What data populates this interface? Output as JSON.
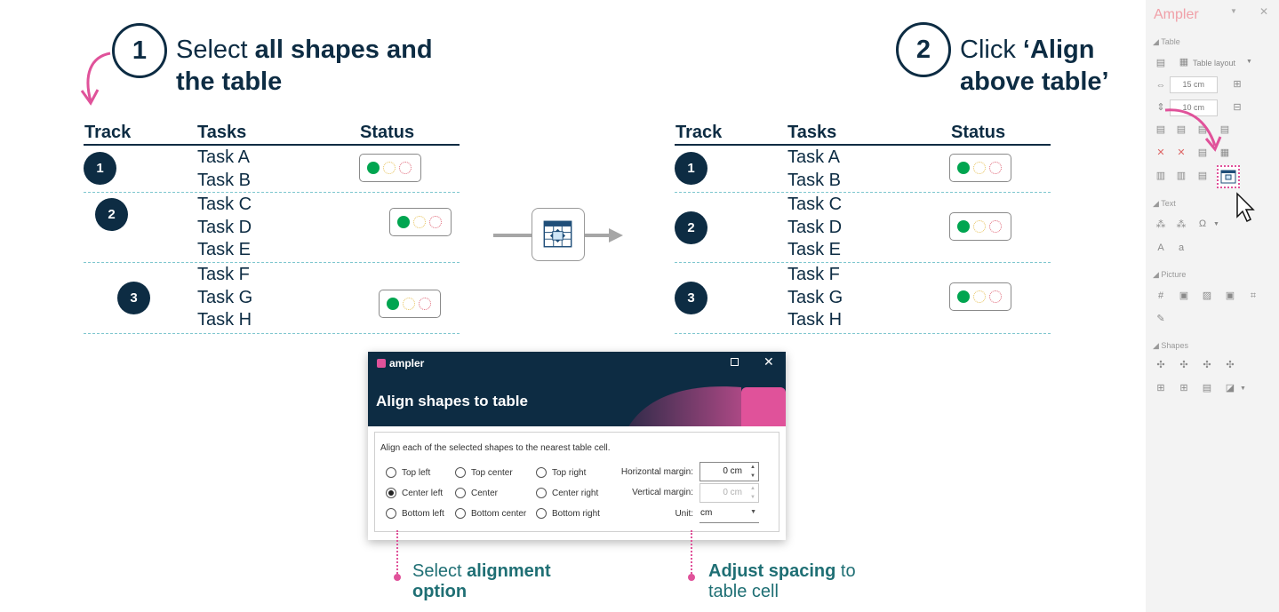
{
  "step1": {
    "number": "1",
    "text_plain_1": "Select ",
    "text_bold_1": "all shapes and",
    "text_bold_2": "the table"
  },
  "step2": {
    "number": "2",
    "text_plain_1": "Click ",
    "text_bold_1": "‘Align",
    "text_bold_2": "above table’"
  },
  "table": {
    "headers": [
      "Track",
      "Tasks",
      "Status"
    ],
    "tracks": [
      "1",
      "2",
      "3"
    ],
    "tasks": [
      "Task A",
      "Task B",
      "Task C",
      "Task D",
      "Task E",
      "Task F",
      "Task G",
      "Task H"
    ]
  },
  "dialog": {
    "brand": "ampler",
    "title": "Align shapes to table",
    "description": "Align each of the selected shapes to the nearest table cell.",
    "options": [
      "Top left",
      "Top center",
      "Top right",
      "Center left",
      "Center",
      "Center right",
      "Bottom left",
      "Bottom center",
      "Bottom right"
    ],
    "selected": "Center left",
    "horizontal_margin_label": "Horizontal margin:",
    "horizontal_margin_value": "0 cm",
    "vertical_margin_label": "Vertical margin:",
    "vertical_margin_value": "0 cm",
    "unit_label": "Unit:",
    "unit_value": "cm"
  },
  "annotations": {
    "left_plain": "Select ",
    "left_bold_1": "alignment",
    "left_bold_2": "option",
    "right_bold": "Adjust spacing",
    "right_plain_1": " to",
    "right_plain_2": "table cell"
  },
  "panel": {
    "title": "Ampler",
    "sections": [
      "Table",
      "Text",
      "Picture",
      "Shapes"
    ],
    "table_layout_label": "Table layout",
    "width_value": "15 cm",
    "height_value": "10 cm",
    "omega": "Ω"
  },
  "colors": {
    "navy": "#0d2c43",
    "teal": "#1f6f74",
    "pink": "#e0529a",
    "green": "#00a550",
    "dashed": "#7fc7cf"
  }
}
